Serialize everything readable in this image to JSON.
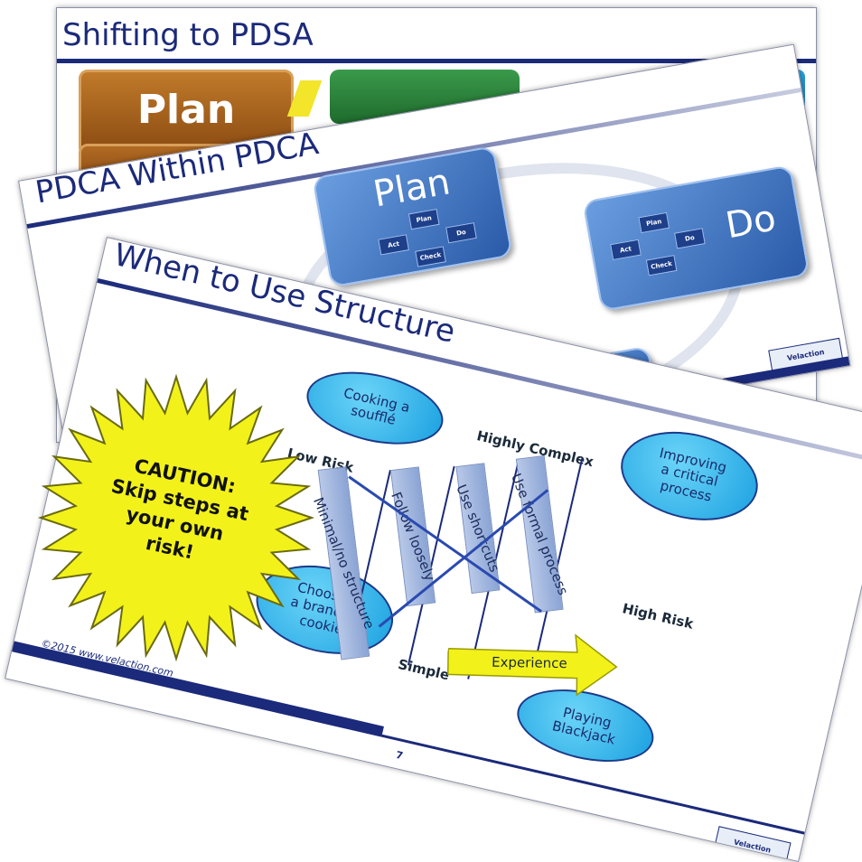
{
  "slide1": {
    "title": "Shifting to PDSA",
    "plan_label": "Plan"
  },
  "slide2": {
    "title": "PDCA Within PDCA",
    "plan_label": "Plan",
    "do_label": "Do",
    "mini_cycle": [
      "Plan",
      "Do",
      "Check",
      "Act"
    ],
    "logo_text": "Velaction"
  },
  "slide3": {
    "title": "When to Use Structure",
    "caution_text": [
      "CAUTION:",
      "Skip steps at",
      "your own",
      "risk!"
    ],
    "ovals": {
      "souffle": [
        "Cooking a",
        "soufflé"
      ],
      "critical": [
        "Improving",
        "a critical",
        "process"
      ],
      "cookie": [
        "Choosing",
        "a brand of",
        "cookie"
      ],
      "blackjack": [
        "Playing",
        "Blackjack"
      ]
    },
    "axis": {
      "highly_complex": "Highly Complex",
      "low_risk": "Low Risk",
      "high_risk": "High Risk",
      "simple": "Simple"
    },
    "bars": [
      "Minimal/no structure",
      "Follow loosely",
      "Use shortcuts",
      "Use formal process"
    ],
    "experience_label": "Experience",
    "copyright": "©2015 www.velaction.com",
    "page_number": "7",
    "logo_text": "Velaction"
  },
  "colors": {
    "navy": "#1b2a7a",
    "oval_blue": "#1aa0e0",
    "star_yellow": "#f2f21a",
    "box_blue": "#2a5aa8"
  }
}
